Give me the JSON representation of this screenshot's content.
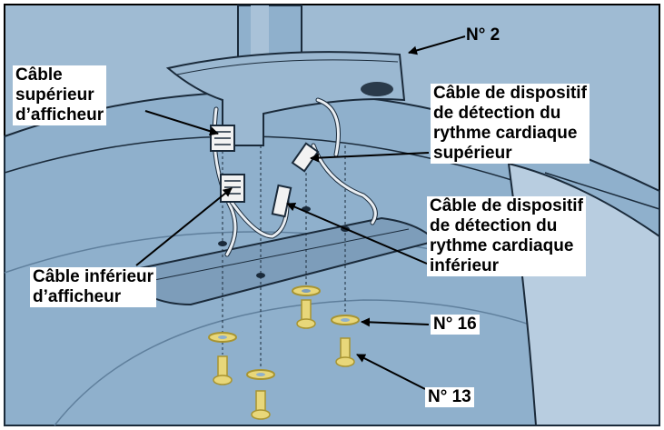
{
  "labels": {
    "part_2": "N° 2",
    "upper_display_cable": [
      "Câble",
      "supérieur",
      "d’afficheur"
    ],
    "upper_hr_cable": [
      "Câble de dispositif",
      "de détection du",
      "rythme cardiaque",
      "supérieur"
    ],
    "lower_hr_cable": [
      "Câble de dispositif",
      "de détection du",
      "rythme cardiaque",
      "inférieur"
    ],
    "lower_display_cable": [
      "Câble inférieur",
      "d’afficheur"
    ],
    "part_16": "N° 16",
    "part_13": "N° 13"
  },
  "colors": {
    "base": "#8fb0cc",
    "base_dark": "#6f8fac",
    "base_light": "#b8cde0",
    "outline": "#1a2a3a",
    "hardware": "#e8d77a",
    "hardware_dark": "#a89430",
    "connector": "#f2f2f2"
  }
}
